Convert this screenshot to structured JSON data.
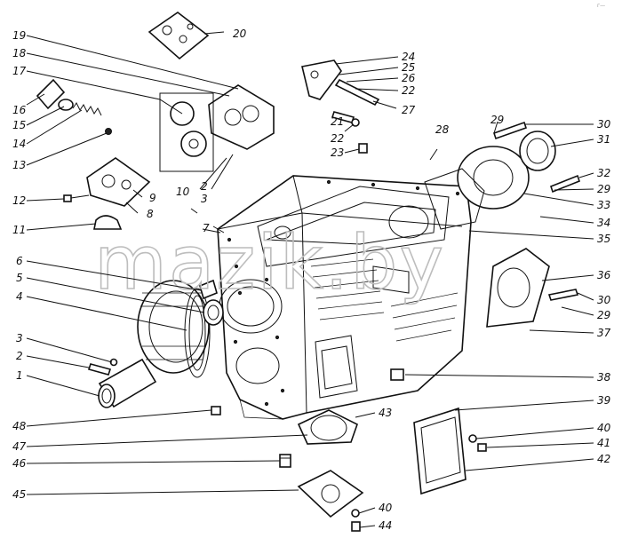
{
  "watermark": "mazik.by",
  "corner_mark": "г—",
  "callouts": [
    {
      "id": "c1",
      "label": "1"
    },
    {
      "id": "c2a",
      "label": "2"
    },
    {
      "id": "c2b",
      "label": "2"
    },
    {
      "id": "c3a",
      "label": "3"
    },
    {
      "id": "c3b",
      "label": "3"
    },
    {
      "id": "c4",
      "label": "4"
    },
    {
      "id": "c5",
      "label": "5"
    },
    {
      "id": "c6",
      "label": "6"
    },
    {
      "id": "c7",
      "label": "7"
    },
    {
      "id": "c8",
      "label": "8"
    },
    {
      "id": "c9",
      "label": "9"
    },
    {
      "id": "c10",
      "label": "10"
    },
    {
      "id": "c11",
      "label": "11"
    },
    {
      "id": "c12",
      "label": "12"
    },
    {
      "id": "c13",
      "label": "13"
    },
    {
      "id": "c14",
      "label": "14"
    },
    {
      "id": "c15",
      "label": "15"
    },
    {
      "id": "c16",
      "label": "16"
    },
    {
      "id": "c17",
      "label": "17"
    },
    {
      "id": "c18",
      "label": "18"
    },
    {
      "id": "c19",
      "label": "19"
    },
    {
      "id": "c20",
      "label": "20"
    },
    {
      "id": "c21",
      "label": "21"
    },
    {
      "id": "c22a",
      "label": "22"
    },
    {
      "id": "c22b",
      "label": "22"
    },
    {
      "id": "c23",
      "label": "23"
    },
    {
      "id": "c24",
      "label": "24"
    },
    {
      "id": "c25",
      "label": "25"
    },
    {
      "id": "c26",
      "label": "26"
    },
    {
      "id": "c27",
      "label": "27"
    },
    {
      "id": "c28",
      "label": "28"
    },
    {
      "id": "c29a",
      "label": "29"
    },
    {
      "id": "c29b",
      "label": "29"
    },
    {
      "id": "c29c",
      "label": "29"
    },
    {
      "id": "c30a",
      "label": "30"
    },
    {
      "id": "c30b",
      "label": "30"
    },
    {
      "id": "c31",
      "label": "31"
    },
    {
      "id": "c32",
      "label": "32"
    },
    {
      "id": "c33",
      "label": "33"
    },
    {
      "id": "c34",
      "label": "34"
    },
    {
      "id": "c35",
      "label": "35"
    },
    {
      "id": "c36",
      "label": "36"
    },
    {
      "id": "c37",
      "label": "37"
    },
    {
      "id": "c38",
      "label": "38"
    },
    {
      "id": "c39",
      "label": "39"
    },
    {
      "id": "c40a",
      "label": "40"
    },
    {
      "id": "c40b",
      "label": "40"
    },
    {
      "id": "c41",
      "label": "41"
    },
    {
      "id": "c42",
      "label": "42"
    },
    {
      "id": "c43",
      "label": "43"
    },
    {
      "id": "c44",
      "label": "44"
    },
    {
      "id": "c45",
      "label": "45"
    },
    {
      "id": "c46",
      "label": "46"
    },
    {
      "id": "c47",
      "label": "47"
    },
    {
      "id": "c48",
      "label": "48"
    }
  ]
}
